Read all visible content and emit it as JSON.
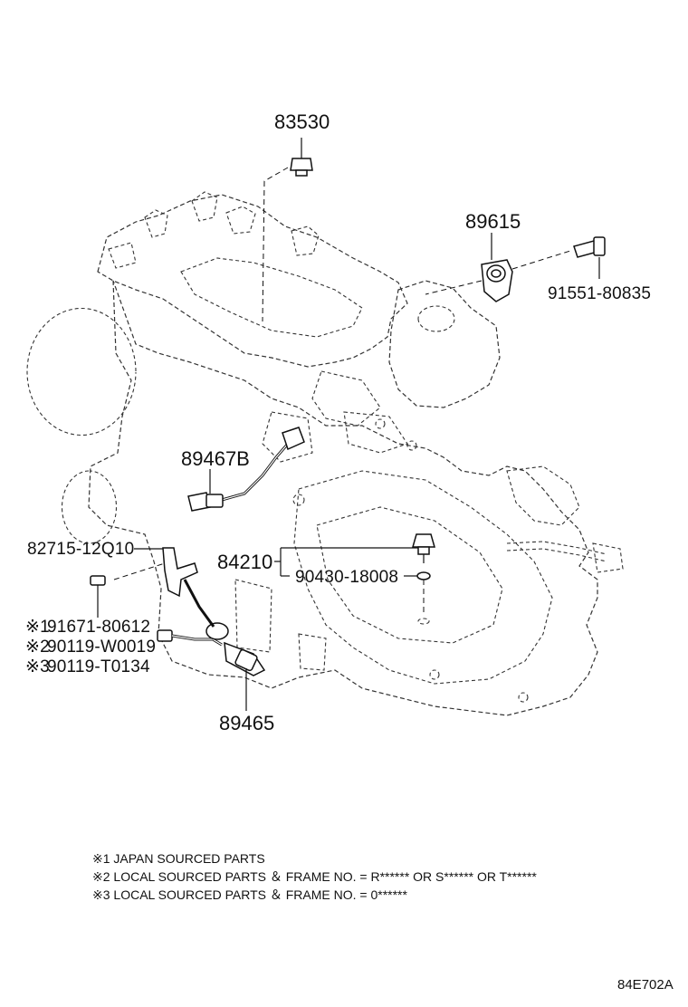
{
  "parts": {
    "p83530": "83530",
    "p89615": "89615",
    "p91551": "91551-80835",
    "p89467b": "89467B",
    "p82715": "82715-12Q10",
    "p84210": "84210",
    "p90430": "90430-18008",
    "p91671": "91671-80612",
    "p90119w": "90119-W0019",
    "p90119t": "90119-T0134",
    "p89465": "89465",
    "mark1": "※1",
    "mark2": "※2",
    "mark3": "※3"
  },
  "notes": {
    "n1": "※1 JAPAN SOURCED PARTS",
    "n2": "※2 LOCAL SOURCED PARTS ＆ FRAME NO. = R****** OR S****** OR T******",
    "n3": "※3 LOCAL SOURCED PARTS ＆ FRAME NO. = 0******"
  },
  "diagram_code": "84E702A"
}
